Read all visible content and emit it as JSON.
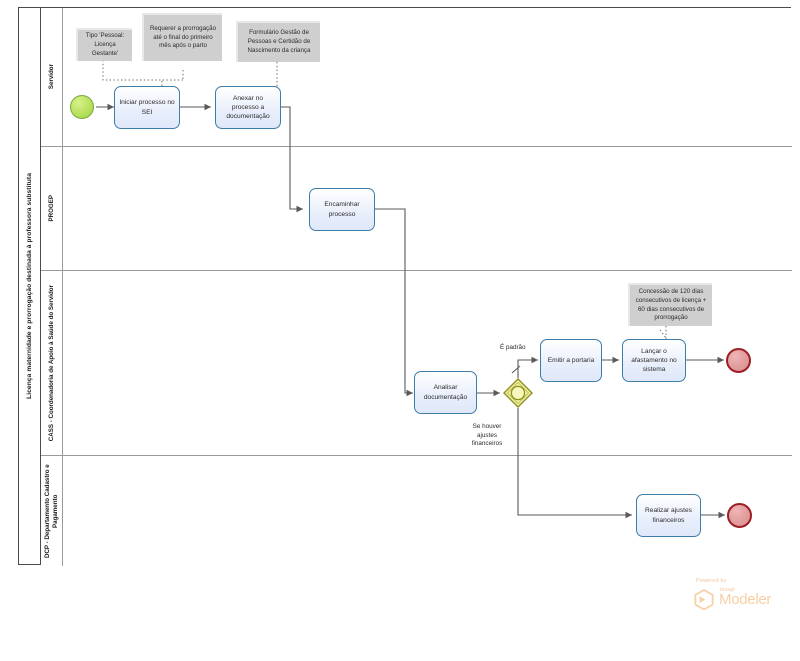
{
  "diagram": {
    "type": "bpmn",
    "pool": {
      "title": "Licença maternidade e prorrogação destinada à professora substituta"
    },
    "lanes": [
      {
        "id": "servidor",
        "label": "Servidor"
      },
      {
        "id": "progep",
        "label": "PROGEP"
      },
      {
        "id": "cass",
        "label": "CASS - Coordenadoria de Apoio à Saúde do Servidor"
      },
      {
        "id": "dcp",
        "label": "DCP - Departamento Cadastro e Pagamento"
      }
    ],
    "events": [
      {
        "id": "start-1",
        "kind": "start",
        "lane": "servidor",
        "color": "#b5e05a"
      },
      {
        "id": "end-1",
        "kind": "end",
        "lane": "cass",
        "color": "#d98f8f"
      },
      {
        "id": "end-2",
        "kind": "end",
        "lane": "dcp",
        "color": "#d98f8f"
      }
    ],
    "tasks": [
      {
        "id": "t1",
        "lane": "servidor",
        "label": "Iniciar processo no SEI"
      },
      {
        "id": "t2",
        "lane": "servidor",
        "label": "Anexar no processo a documentação"
      },
      {
        "id": "t3",
        "lane": "progep",
        "label": "Encaminhar processo"
      },
      {
        "id": "t4",
        "lane": "cass",
        "label": "Analisar documentação"
      },
      {
        "id": "t5",
        "lane": "cass",
        "label": "Emitir a portaria"
      },
      {
        "id": "t6",
        "lane": "cass",
        "label": "Lançar o afastamento no sistema"
      },
      {
        "id": "t7",
        "lane": "dcp",
        "label": "Realizar ajustes financeiros"
      }
    ],
    "gateways": [
      {
        "id": "g1",
        "kind": "inclusive",
        "lane": "cass",
        "fill": "#f5f5a0",
        "stroke": "#9a9a28"
      }
    ],
    "annotations": [
      {
        "id": "a1",
        "attached_to": "t1",
        "text": "Tipo 'Pessoal: Licença Gestante'"
      },
      {
        "id": "a2",
        "attached_to": "t1",
        "text": "Requerer a prorrogação até o final do primeiro mês após o parto"
      },
      {
        "id": "a3",
        "attached_to": "t2",
        "text": "Formulário Gestão de Pessoas e Certidão de Nascimento da criança"
      },
      {
        "id": "a4",
        "attached_to": "t6",
        "text": "Concessão de 120 dias consecutivos de licença + 60 dias consecutivos de prorrogação"
      }
    ],
    "flow_labels": [
      {
        "id": "fl1",
        "text": "É padrão"
      },
      {
        "id": "fl2",
        "text": "Se houver ajustes financeiros"
      }
    ]
  },
  "watermark": {
    "powered_by": "Powered by",
    "brand": "bizagi",
    "product": "Modeler",
    "color": "#f7cfa4"
  }
}
